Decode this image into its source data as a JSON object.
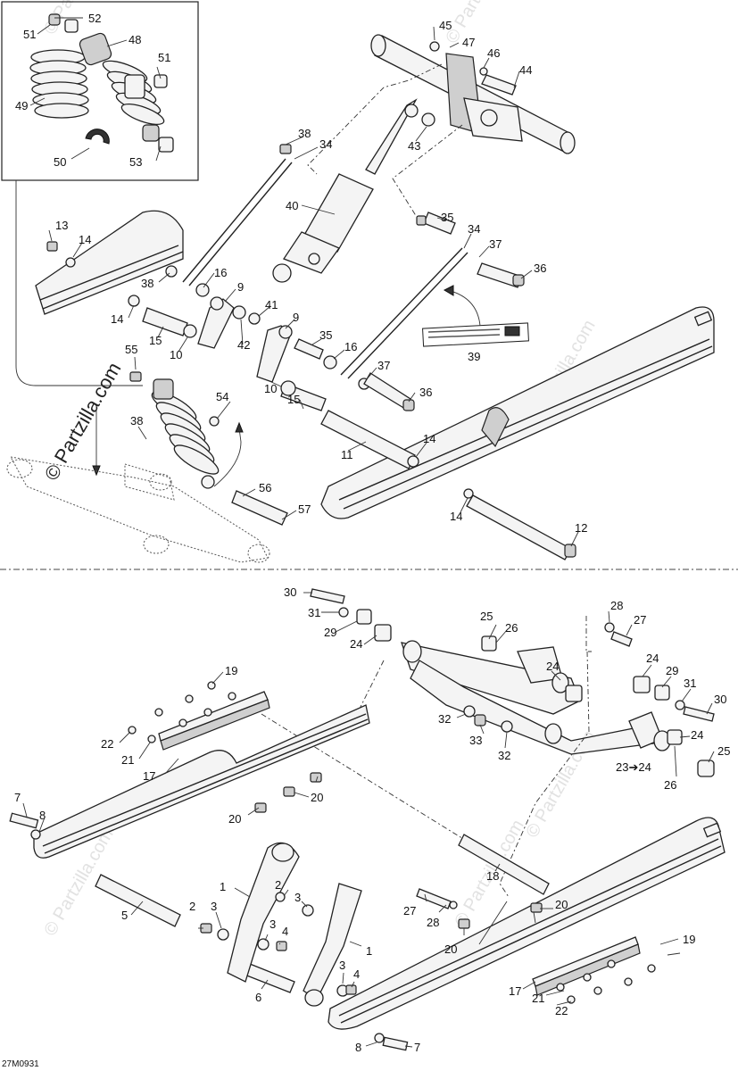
{
  "watermark": "© Partzilla.com",
  "figure_code": "27M0931",
  "labels": {
    "l1a": "1",
    "l1b": "1",
    "l2a": "2",
    "l2b": "2",
    "l3a": "3",
    "l3b": "3",
    "l3c": "3",
    "l3d": "3",
    "l4a": "4",
    "l4b": "4",
    "l5": "5",
    "l6": "6",
    "l7a": "7",
    "l7b": "7",
    "l8a": "8",
    "l8b": "8",
    "l9a": "9",
    "l9b": "9",
    "l10a": "10",
    "l10b": "10",
    "l11": "11",
    "l12": "12",
    "l13": "13",
    "l14a": "14",
    "l14b": "14",
    "l14c": "14",
    "l14d": "14",
    "l15a": "15",
    "l15b": "15",
    "l16a": "16",
    "l16b": "16",
    "l17a": "17",
    "l17b": "17",
    "l18": "18",
    "l19a": "19",
    "l19b": "19",
    "l20a": "20",
    "l20b": "20",
    "l20c": "20",
    "l20d": "20",
    "l21a": "21",
    "l21b": "21",
    "l22a": "22",
    "l22b": "22",
    "l23": "23➔24",
    "l24a": "24",
    "l24b": "24",
    "l24c": "24",
    "l24d": "24",
    "l25a": "25",
    "l25b": "25",
    "l26a": "26",
    "l26b": "26",
    "l27a": "27",
    "l27b": "27",
    "l28a": "28",
    "l28b": "28",
    "l29a": "29",
    "l29b": "29",
    "l30a": "30",
    "l30b": "30",
    "l31a": "31",
    "l31b": "31",
    "l32a": "32",
    "l32b": "32",
    "l33": "33",
    "l34a": "34",
    "l34b": "34",
    "l35a": "35",
    "l35b": "35",
    "l36a": "36",
    "l36b": "36",
    "l37a": "37",
    "l37b": "37",
    "l38a": "38",
    "l38b": "38",
    "l38c": "38",
    "l39": "39",
    "l40": "40",
    "l41": "41",
    "l42": "42",
    "l43": "43",
    "l44": "44",
    "l45": "45",
    "l46": "46",
    "l47": "47",
    "l48": "48",
    "l49": "49",
    "l50": "50",
    "l51a": "51",
    "l51b": "51",
    "l52": "52",
    "l53": "53",
    "l54": "54",
    "l55": "55",
    "l56": "56",
    "l57": "57"
  }
}
